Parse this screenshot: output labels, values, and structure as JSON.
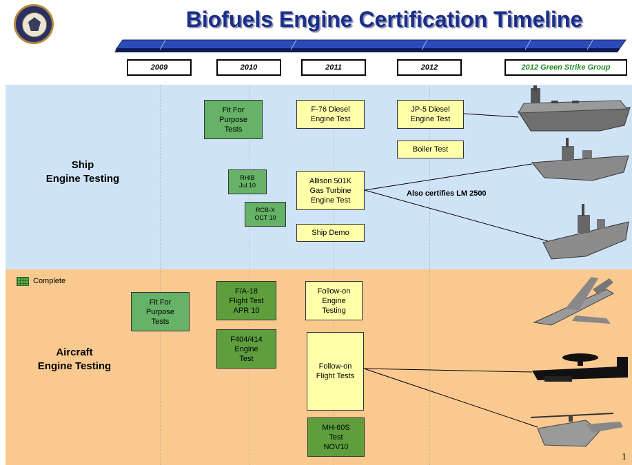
{
  "header": {
    "title": "Biofuels Engine Certification Timeline"
  },
  "timeline": {
    "years": [
      "2009",
      "2010",
      "2011",
      "2012"
    ],
    "goal": "2012 Green Strike Group",
    "goal_color": "#1e8a1e"
  },
  "ship_section": {
    "label_line1": "Ship",
    "label_line2": "Engine Testing",
    "boxes": {
      "fit_for_purpose": [
        "Fit For",
        "Purpose",
        "Tests"
      ],
      "rhib": [
        "RHIB",
        "Jul 10"
      ],
      "rcbx": [
        "RCB-X",
        "OCT 10"
      ],
      "f76": [
        "F-76 Diesel",
        "Engine Test"
      ],
      "allison": [
        "Allison 501K",
        "Gas Turbine",
        "Engine Test"
      ],
      "ship_demo": "Ship Demo",
      "jp5": [
        "JP-5 Diesel",
        "Engine Test"
      ],
      "boiler": "Boiler Test"
    },
    "note": "Also certifies LM 2500"
  },
  "aircraft_section": {
    "label_line1": "Aircraft",
    "label_line2": "Engine Testing",
    "boxes": {
      "fit_for_purpose": [
        "Fit For",
        "Purpose",
        "Tests"
      ],
      "fa18": [
        "F/A-18",
        "Flight Test",
        "APR 10"
      ],
      "f404": [
        "F404/414",
        "Engine",
        "Test"
      ],
      "followon_engine": [
        "Follow-on",
        "Engine",
        "Testing"
      ],
      "followon_flight": [
        "Follow-on",
        "Flight Tests"
      ],
      "mh60s": [
        "MH-60S",
        "Test",
        "NOV10"
      ]
    }
  },
  "legend": {
    "complete": "Complete"
  },
  "footer": {
    "page_number": "1"
  },
  "colors": {
    "title": "#1a2e8a",
    "ship_band": "#cfe3f7",
    "aircraft_band": "#f9c990",
    "planned_box": "#ffffaa",
    "complete_box": "#66b266"
  }
}
